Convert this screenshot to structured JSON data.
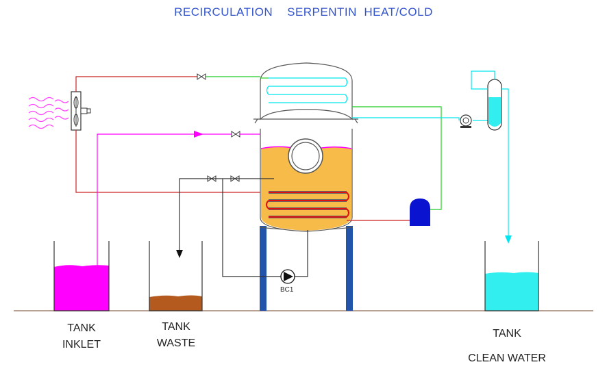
{
  "title": "RECIRCULATION    SERPENTIN  HEAT/COLD",
  "tanks": {
    "inklet": {
      "line1": "TANK",
      "line2": "INKLET"
    },
    "waste": {
      "line1": "TANK",
      "line2": "WASTE"
    },
    "clean": {
      "line1": "TANK",
      "line2": "CLEAN WATER"
    }
  },
  "pump_label": "BC1",
  "colors": {
    "title": "#3355cc",
    "hot_line": "#cc2222",
    "cold_line": "#22cc22",
    "ink_line": "#ff00ff",
    "water_line": "#00e5ee",
    "vessel_fill": "#f7bb4a",
    "waste_fill": "#b45a1f",
    "leg_color": "#2255aa",
    "heater_color": "#0a14d0"
  },
  "icons": [
    "fan-icon",
    "heat-waves-icon",
    "valve-icon",
    "pump-icon",
    "heater-tank-icon",
    "level-column-icon"
  ]
}
